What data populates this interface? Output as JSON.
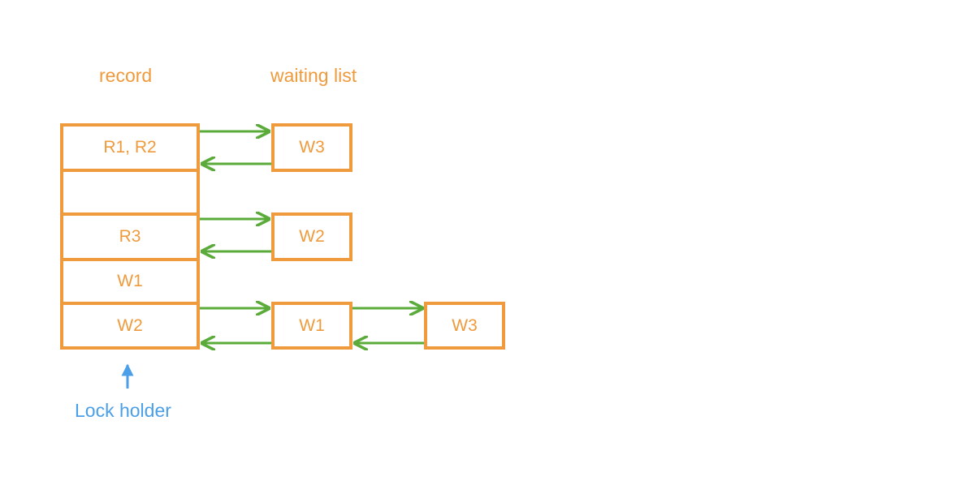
{
  "headings": {
    "record": "record",
    "waiting_list": "waiting list"
  },
  "record_slots": [
    "R1, R2",
    "",
    "R3",
    "W1",
    "W2"
  ],
  "waiting_nodes": {
    "row1": [
      "W3"
    ],
    "row3": [
      "W2"
    ],
    "row5": [
      "W1",
      "W3"
    ]
  },
  "lock_holder_label": "Lock holder",
  "colors": {
    "box": "#ef9a3c",
    "link_arrow": "#5aab3a",
    "lock_holder": "#4a9fe8"
  }
}
